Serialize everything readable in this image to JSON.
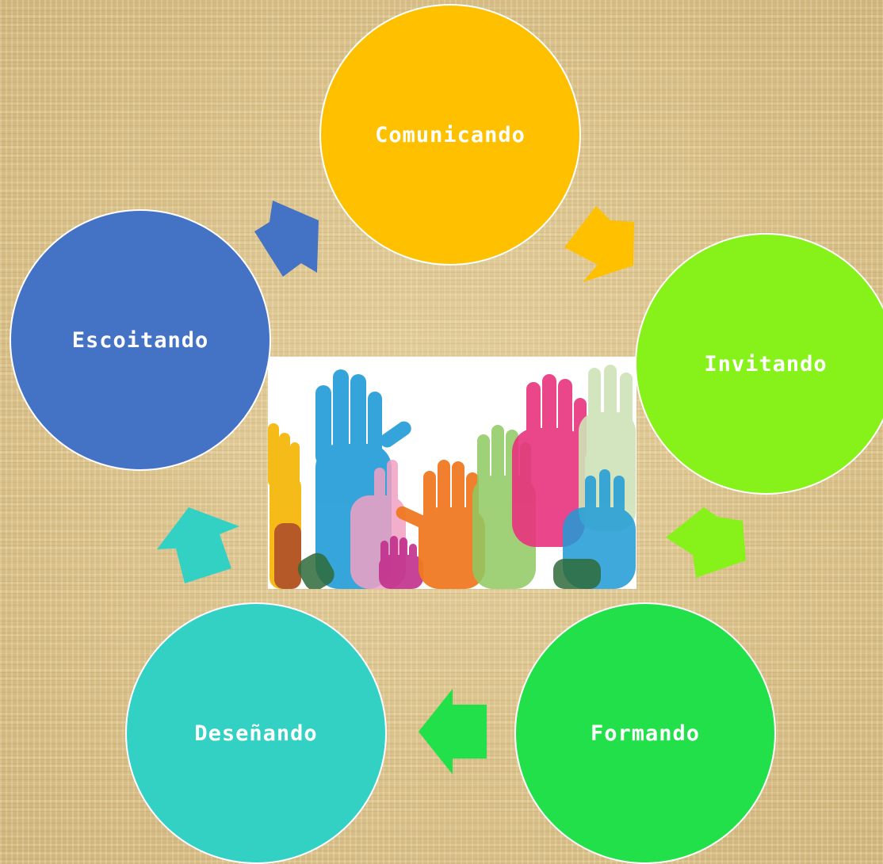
{
  "diagram": {
    "nodes": [
      {
        "id": "comunicando",
        "label": "Comunicando",
        "color": "#ffc000"
      },
      {
        "id": "invitando",
        "label": "Invitando",
        "color": "#86f21a"
      },
      {
        "id": "formando",
        "label": "Formando",
        "color": "#22e04a"
      },
      {
        "id": "desenando",
        "label": "Deseñando",
        "color": "#33d1c3"
      },
      {
        "id": "escoitando",
        "label": "Escoitando",
        "color": "#4472c4"
      }
    ],
    "center_image": {
      "icon": "raised-hands-illustration",
      "hand_colors": [
        "#1f9bd7",
        "#e8327e",
        "#f07a22",
        "#8fc961",
        "#f2a1c4",
        "#a6cd3d",
        "#c12f8c",
        "#f5b400"
      ]
    }
  }
}
